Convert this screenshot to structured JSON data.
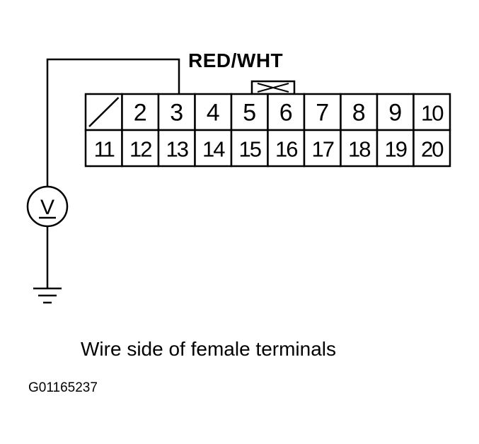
{
  "wire_color_label": "RED/WHT",
  "caption": "Wire side of female terminals",
  "figure_id": "G01165237",
  "meter_symbol": "V",
  "icons": {
    "meter": "voltmeter-icon",
    "ground": "ground-icon",
    "blank_cell": "blank-slash-icon",
    "lock_tab": "lock-tab-icon"
  },
  "connector": {
    "top_row": [
      "",
      "2",
      "3",
      "4",
      "5",
      "6",
      "7",
      "8",
      "9",
      "10"
    ],
    "bottom_row": [
      "11",
      "12",
      "13",
      "14",
      "15",
      "16",
      "17",
      "18",
      "19",
      "20"
    ],
    "blank_terminals": [
      1
    ],
    "probed_terminal": "3"
  }
}
